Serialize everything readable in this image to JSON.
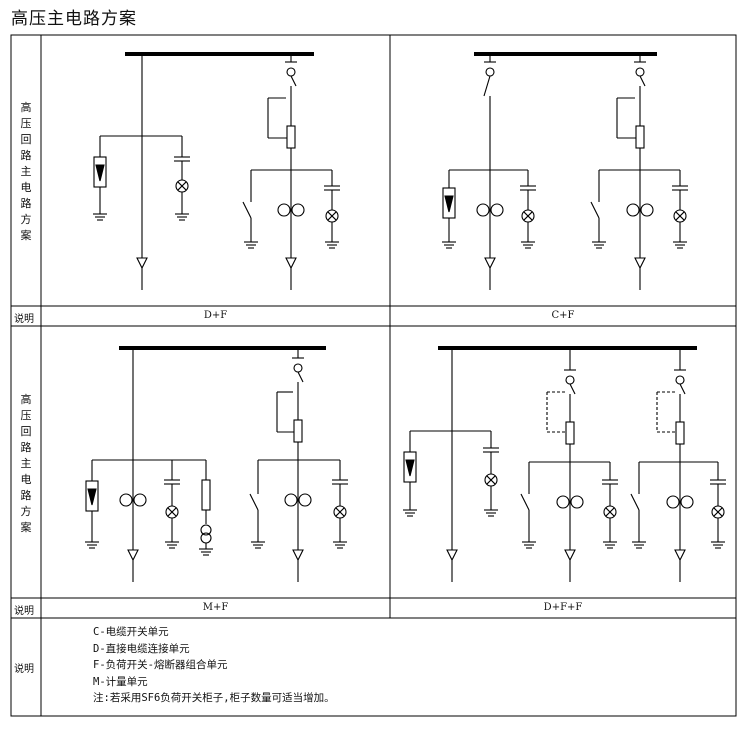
{
  "title": "高压主电路方案",
  "side_label_chars": [
    "高",
    "压",
    "回",
    "路",
    "主",
    "电",
    "路",
    "方",
    "案"
  ],
  "row_label_desc": "说明",
  "panels": [
    {
      "caption": "D+F"
    },
    {
      "caption": "C+F"
    },
    {
      "caption": "M+F"
    },
    {
      "caption": "D+F+F"
    }
  ],
  "notes": {
    "label": "说明",
    "lines": [
      "C-电缆开关单元",
      "D-直接电缆连接单元",
      "F-负荷开关-熔断器组合单元",
      "M-计量单元",
      "注:若采用SF6负荷开关柜子,柜子数量可适当增加。"
    ]
  }
}
